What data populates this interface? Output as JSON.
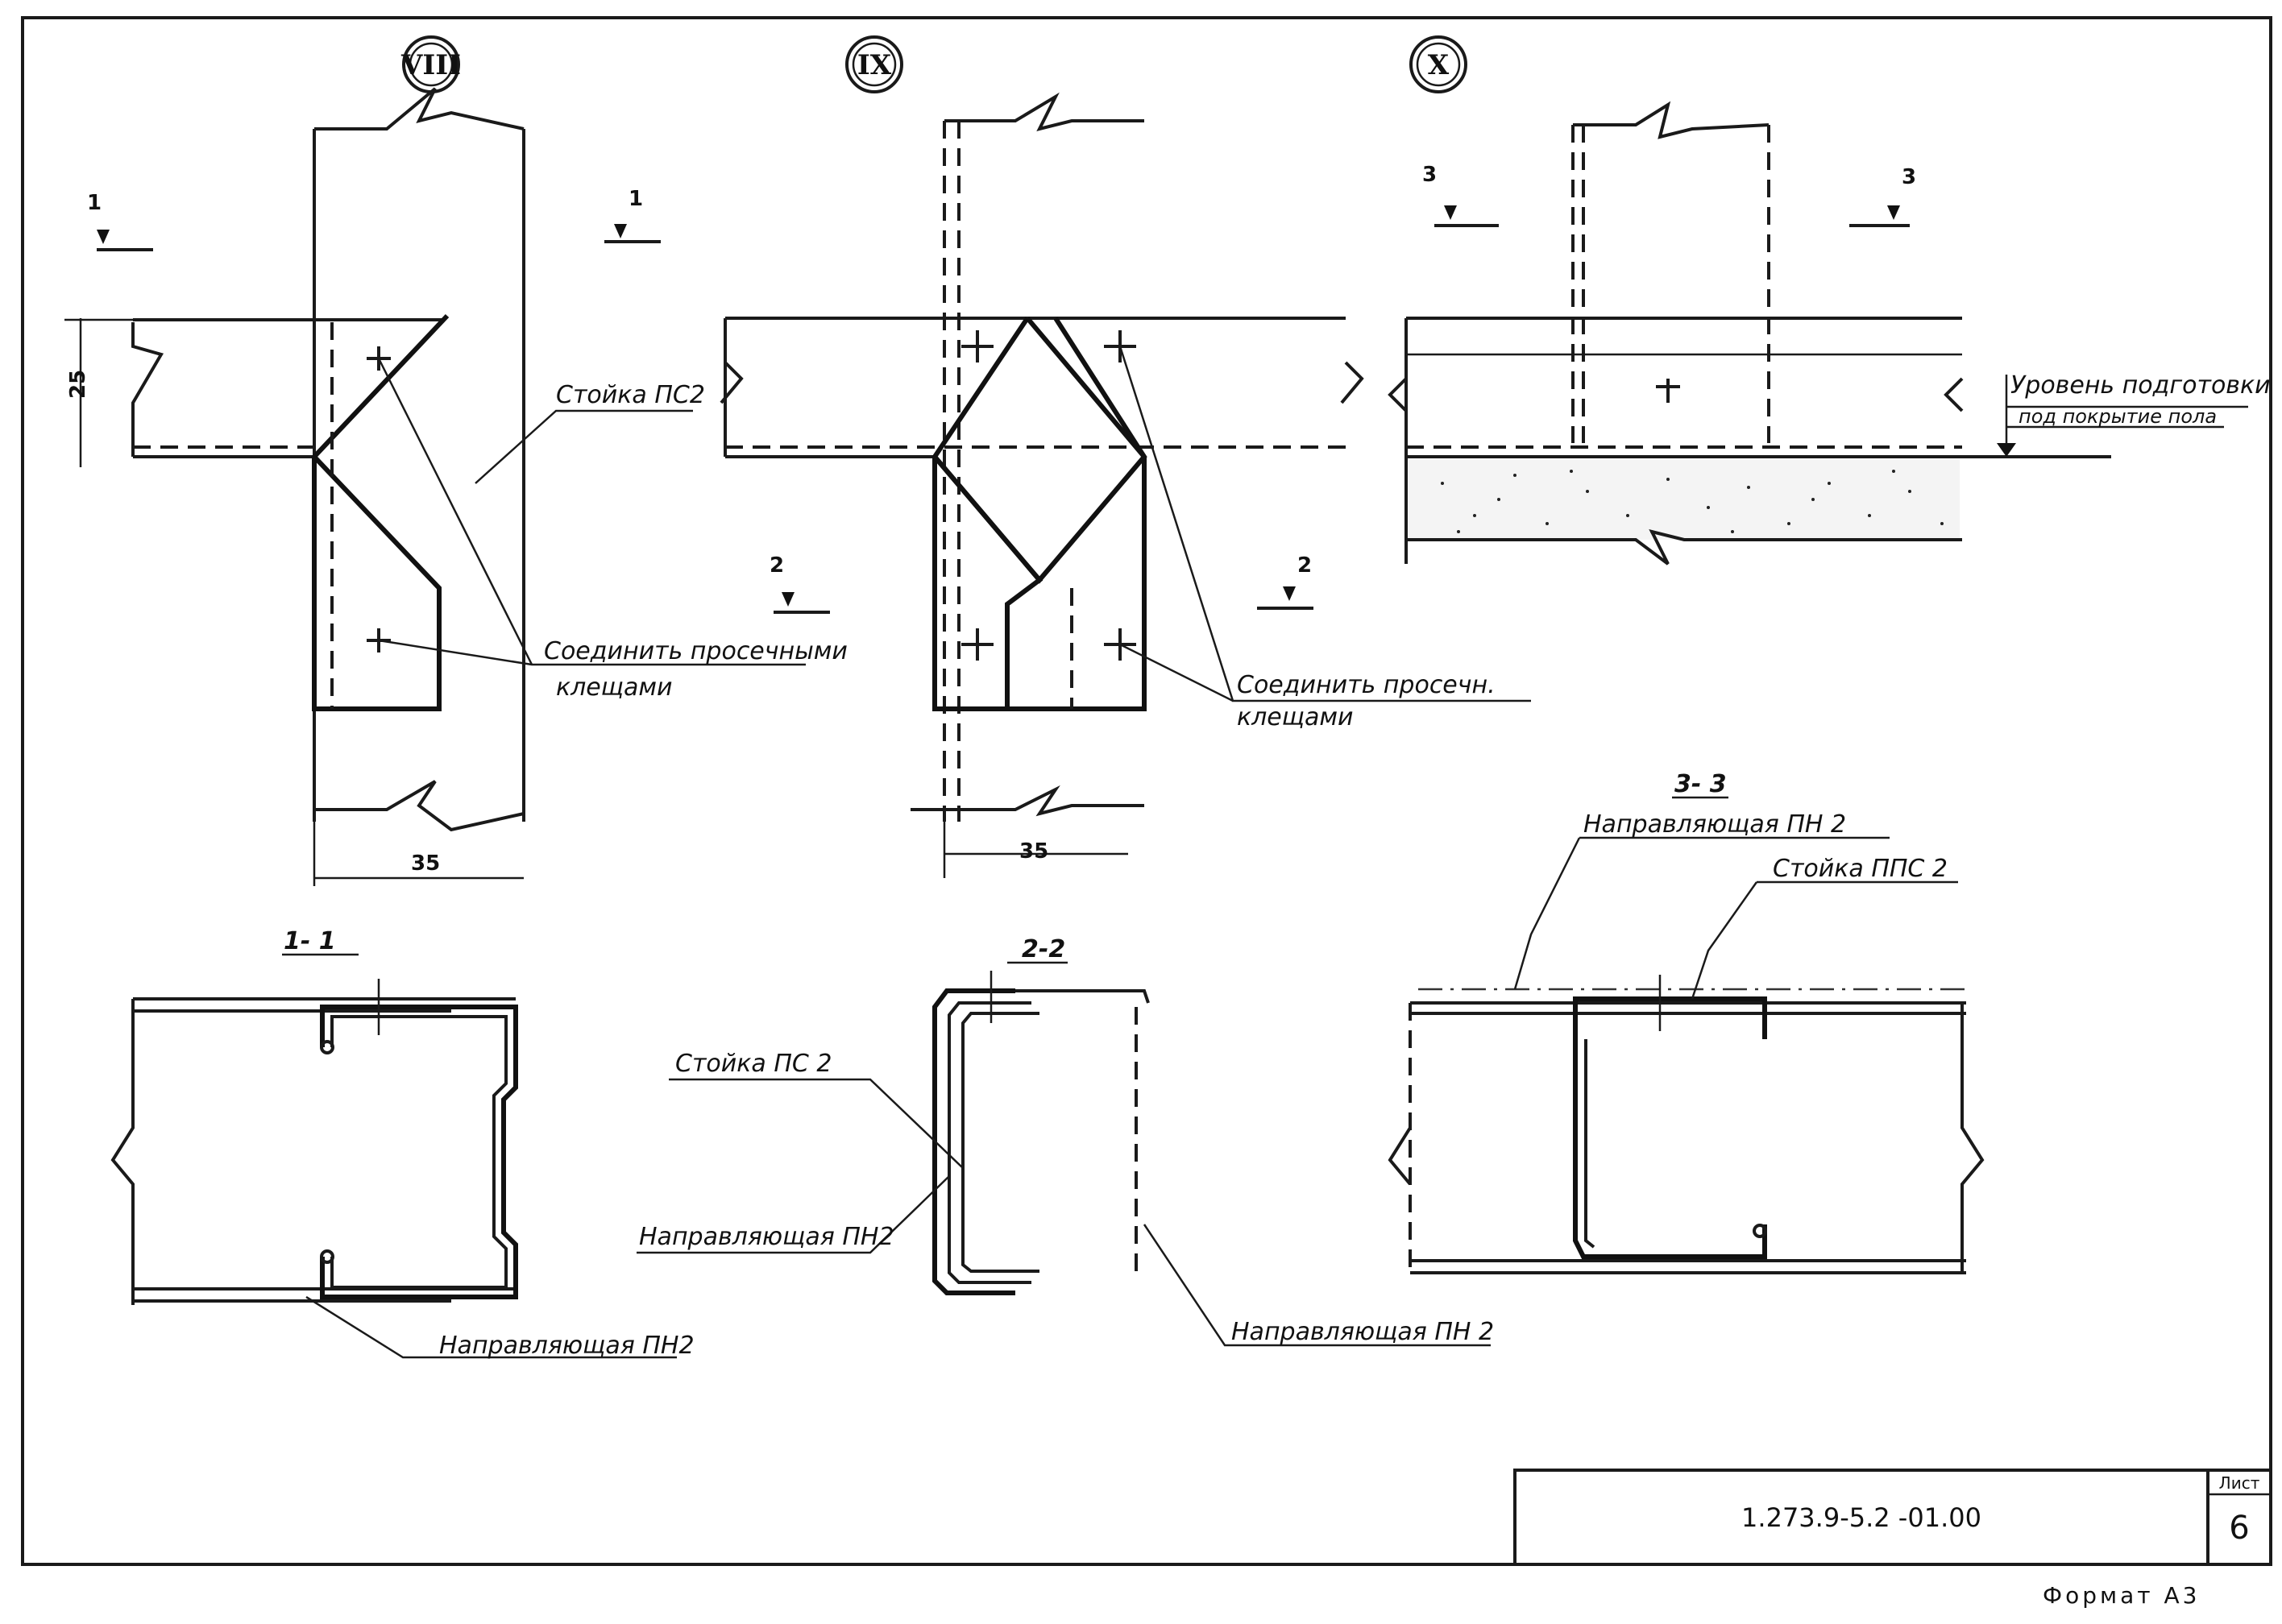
{
  "nodes": {
    "n8": "VIII",
    "n9": "IX",
    "n10": "X"
  },
  "cuts": {
    "c1a": "1",
    "c1b": "1",
    "c2a": "2",
    "c2b": "2",
    "c3a": "3",
    "c3b": "3"
  },
  "dims": {
    "d25": "25",
    "d35a": "35",
    "d35b": "35"
  },
  "labels": {
    "stoyka_ps2_a": "Стойка ПС2",
    "connect_a_1": "Соединить просечными",
    "connect_a_2": "клещами",
    "connect_b_1": "Соединить просечн.",
    "connect_b_2": "клещами",
    "level_1": "Уровень подготовки",
    "level_2": "под покрытие пола",
    "sec11": "1- 1",
    "sec22": "2-2",
    "sec33": "3- 3",
    "napr_a": "Направляющая ПН2",
    "stoyka_ps2_b": "Стойка ПС 2",
    "napr_b": "Направляющая ПН2",
    "napr_c": "Направляющая ПН 2",
    "napr_d": "Направляющая ПН 2",
    "stoyka_pps2": "Стойка ППС 2"
  },
  "stamp": {
    "code": "1.273.9-5.2 -01.00",
    "sheet_label": "Лист",
    "sheet_no": "6"
  },
  "format": "Формат А3"
}
